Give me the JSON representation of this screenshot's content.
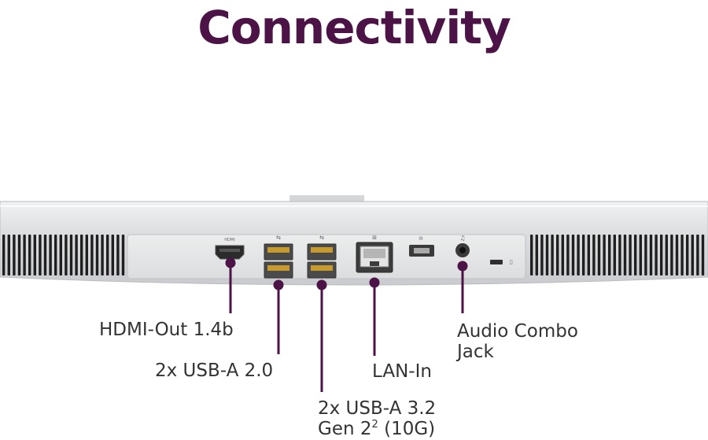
{
  "title": "Connectivity",
  "colors": {
    "title": "#4b1346",
    "callout": "#4b1346",
    "label_text": "#333333",
    "chassis": "#dcdee0",
    "port_panel": "#e6e7e9"
  },
  "ports": [
    {
      "id": "hdmi",
      "icon": "hdmi-port-icon",
      "label": "HDMI-Out 1.4b"
    },
    {
      "id": "usb2",
      "icon": "usb-a-port-icon",
      "label": "2x USB-A 2.0"
    },
    {
      "id": "usb32",
      "icon": "usb-a-port-icon",
      "label_line1": "2x USB-A 3.2",
      "label_line2_pre": "Gen 2",
      "label_line2_sup": "2",
      "label_line2_post": " (10G)"
    },
    {
      "id": "lan",
      "icon": "rj45-lan-port-icon",
      "label": "LAN-In"
    },
    {
      "id": "audio",
      "icon": "audio-jack-icon",
      "label_line1": "Audio Combo",
      "label_line2": "Jack"
    }
  ],
  "extra_icons": [
    "dc-power-connector-icon",
    "security-lock-slot-icon"
  ]
}
